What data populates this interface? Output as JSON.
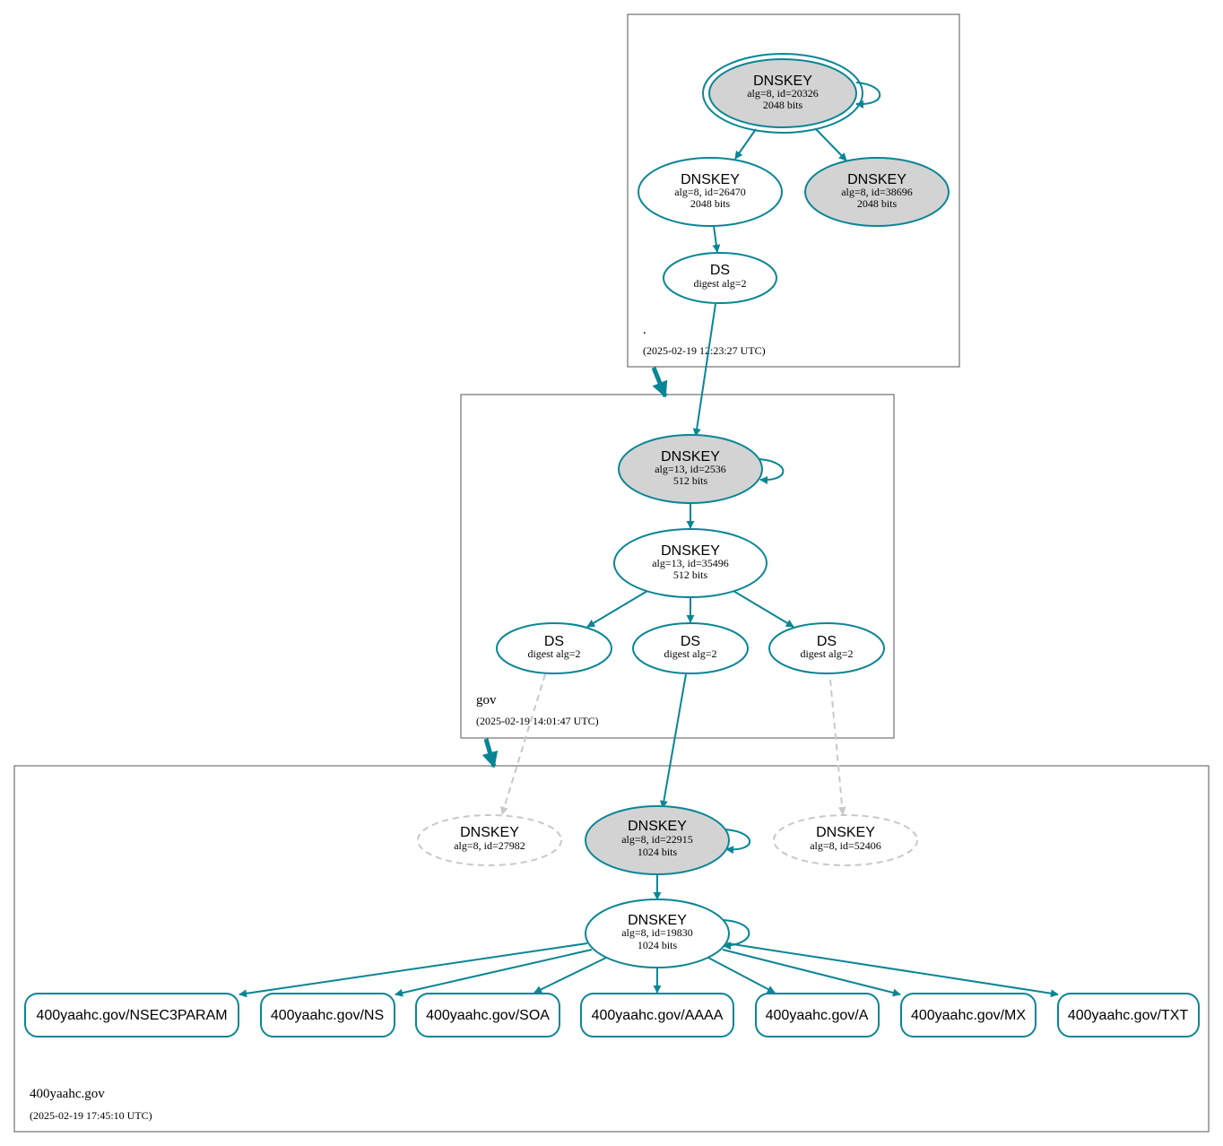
{
  "colors": {
    "edge": "#0a8595",
    "ksk_fill": "#d3d3d3",
    "zsk_fill": "#ffffff",
    "missing": "#c8c8c8",
    "zone_border": "#555555"
  },
  "zones": {
    "root": {
      "name": ".",
      "timestamp": "(2025-02-19 12:23:27 UTC)"
    },
    "gov": {
      "name": "gov",
      "timestamp": "(2025-02-19 14:01:47 UTC)"
    },
    "child": {
      "name": "400yaahc.gov",
      "timestamp": "(2025-02-19 17:45:10 UTC)"
    }
  },
  "nodes": {
    "root_ksk": {
      "title": "DNSKEY",
      "line1": "alg=8, id=20326",
      "line2": "2048 bits"
    },
    "root_zsk": {
      "title": "DNSKEY",
      "line1": "alg=8, id=26470",
      "line2": "2048 bits"
    },
    "root_ksk2": {
      "title": "DNSKEY",
      "line1": "alg=8, id=38696",
      "line2": "2048 bits"
    },
    "root_ds": {
      "title": "DS",
      "line1": "digest alg=2"
    },
    "gov_ksk": {
      "title": "DNSKEY",
      "line1": "alg=13, id=2536",
      "line2": "512 bits"
    },
    "gov_zsk": {
      "title": "DNSKEY",
      "line1": "alg=13, id=35496",
      "line2": "512 bits"
    },
    "gov_ds1": {
      "title": "DS",
      "line1": "digest alg=2"
    },
    "gov_ds2": {
      "title": "DS",
      "line1": "digest alg=2"
    },
    "gov_ds3": {
      "title": "DS",
      "line1": "digest alg=2"
    },
    "child_missing1": {
      "title": "DNSKEY",
      "line1": "alg=8, id=27982"
    },
    "child_ksk": {
      "title": "DNSKEY",
      "line1": "alg=8, id=22915",
      "line2": "1024 bits"
    },
    "child_missing2": {
      "title": "DNSKEY",
      "line1": "alg=8, id=52406"
    },
    "child_zsk": {
      "title": "DNSKEY",
      "line1": "alg=8, id=19830",
      "line2": "1024 bits"
    }
  },
  "rrsets": [
    "400yaahc.gov/NSEC3PARAM",
    "400yaahc.gov/NS",
    "400yaahc.gov/SOA",
    "400yaahc.gov/AAAA",
    "400yaahc.gov/A",
    "400yaahc.gov/MX",
    "400yaahc.gov/TXT"
  ]
}
